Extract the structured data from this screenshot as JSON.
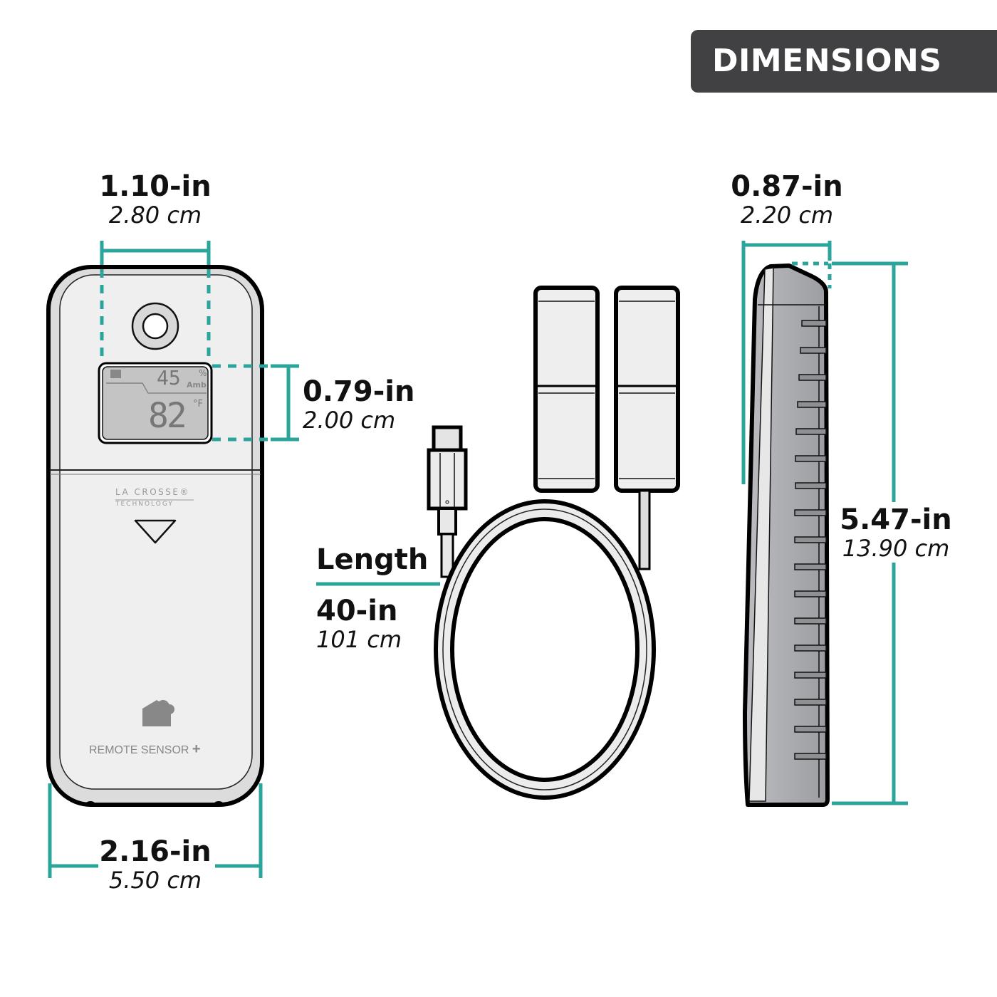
{
  "header": {
    "title": "DIMENSIONS"
  },
  "colors": {
    "accent": "#2BA59B",
    "badge_bg": "#414042",
    "device_body": "#EEEEEE",
    "side_body": "#A8A9AD",
    "lcd": "#C4C4C4"
  },
  "front_view": {
    "brand_line1": "LA CROSSE®",
    "brand_line2": "TECHNOLOGY",
    "product_label": "REMOTE SENSOR",
    "product_label_plus": "+",
    "lcd": {
      "humidity": "45",
      "humidity_unit": "%",
      "humidity_label": "Amb",
      "temperature": "82",
      "temperature_unit": "°F"
    },
    "sensor_icon": "house-cloud-wireless-icon",
    "button_icon": "down-triangle-icon"
  },
  "dimensions": {
    "sensor_opening_width": {
      "in": "1.10-in",
      "cm": "2.80 cm"
    },
    "display_height": {
      "in": "0.79-in",
      "cm": "2.00 cm"
    },
    "device_width": {
      "in": "2.16-in",
      "cm": "5.50 cm"
    },
    "device_depth": {
      "in": "0.87-in",
      "cm": "2.20 cm"
    },
    "device_height": {
      "in": "5.47-in",
      "cm": "13.90 cm"
    },
    "cable_length": {
      "label": "Length",
      "in": "40-in",
      "cm": "101 cm"
    }
  }
}
